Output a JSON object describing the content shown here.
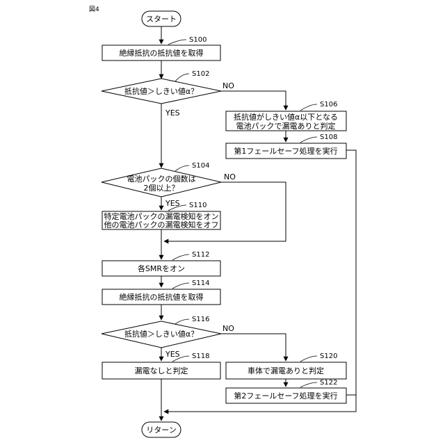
{
  "figure_label": "図4",
  "nodes": {
    "start": {
      "text": "スタート"
    },
    "s100": {
      "text": "絶縁抵抗の抵抗値を取得",
      "step": "S100"
    },
    "s102": {
      "text": "抵抗値＞しきい値α？",
      "step": "S102"
    },
    "s104": {
      "line1": "電池パックの個数は",
      "line2": "2個以上？",
      "step": "S104"
    },
    "s106": {
      "line1": "抵抗値がしきい値α以下となる",
      "line2": "電池パックで漏電ありと判定",
      "step": "S106"
    },
    "s108": {
      "text": "第1フェールセーフ処理を実行",
      "step": "S108"
    },
    "s110": {
      "line1": "特定電池パックの漏電検知をオン",
      "line2": "他の電池パックの漏電検知をオフ",
      "step": "S110"
    },
    "s112": {
      "text": "各SMRをオン",
      "step": "S112"
    },
    "s114": {
      "text": "絶縁抵抗の抵抗値を取得",
      "step": "S114"
    },
    "s116": {
      "text": "抵抗値＞しきい値α？",
      "step": "S116"
    },
    "s118": {
      "text": "漏電なしと判定",
      "step": "S118"
    },
    "s120": {
      "text": "車体で漏電ありと判定",
      "step": "S120"
    },
    "s122": {
      "text": "第2フェールセーフ処理を実行",
      "step": "S122"
    },
    "end": {
      "text": "リターン"
    }
  },
  "branch_labels": {
    "yes": "YES",
    "no": "NO"
  }
}
